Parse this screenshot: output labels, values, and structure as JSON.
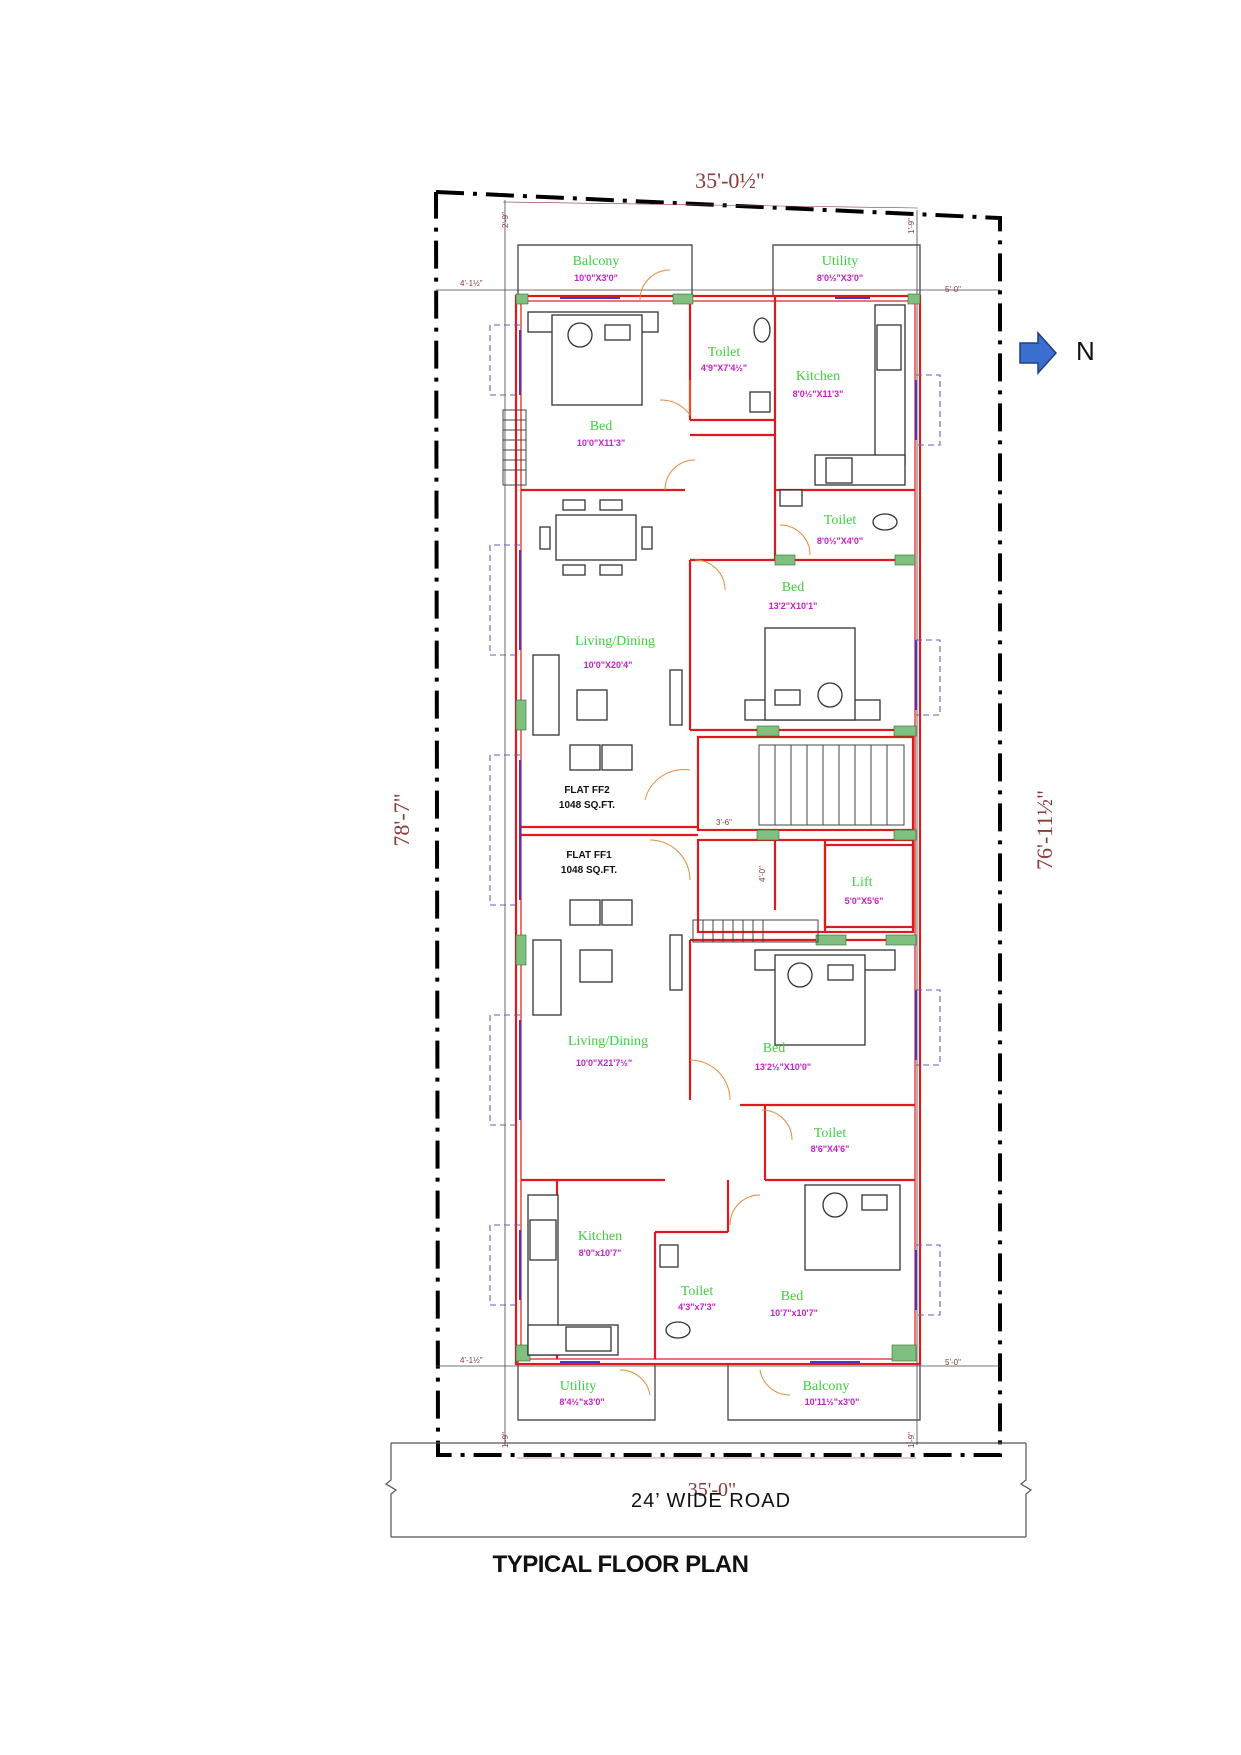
{
  "title": "TYPICAL FLOOR PLAN",
  "road_label": "24’ WIDE ROAD",
  "north_label": "N",
  "dimensions": {
    "top": "35'-0½\"",
    "bottom": "35'-0\"",
    "left": "78'-7\"",
    "right": "76'-11½\"",
    "setback_left_top": "4'-1½\"",
    "setback_right_top": "5'-0\"",
    "setback_left_bottom": "4'-1½\"",
    "setback_right_bottom": "5'-0\"",
    "setback_top_left": "2'-9\"",
    "setback_top_right": "1'-9\"",
    "setback_bottom_left": "1'-9\"",
    "setback_bottom_right": "1'-9\"",
    "stair_width": "3'-6\"",
    "stair_depth": "4'-0\""
  },
  "flats": [
    {
      "name": "FLAT FF2",
      "area": "1048 SQ.FT."
    },
    {
      "name": "FLAT FF1",
      "area": "1048 SQ.FT."
    }
  ],
  "rooms": [
    {
      "id": "balcony-top",
      "name": "Balcony",
      "size": "10'0\"X3'0\""
    },
    {
      "id": "utility-top",
      "name": "Utility",
      "size": "8'0½\"X3'0\""
    },
    {
      "id": "toilet-top-left",
      "name": "Toilet",
      "size": "4'9\"X7'4½\""
    },
    {
      "id": "kitchen-top",
      "name": "Kitchen",
      "size": "8'0½\"X11'3\""
    },
    {
      "id": "bed-top-left",
      "name": "Bed",
      "size": "10'0\"X11'3\""
    },
    {
      "id": "toilet-top-right",
      "name": "Toilet",
      "size": "8'0½\"X4'0\""
    },
    {
      "id": "bed-ff2",
      "name": "Bed",
      "size": "13'2\"X10'1\""
    },
    {
      "id": "living-ff2",
      "name": "Living/Dining",
      "size": "10'0\"X20'4\""
    },
    {
      "id": "lift",
      "name": "Lift",
      "size": "5'0\"X5'6\""
    },
    {
      "id": "living-ff1",
      "name": "Living/Dining",
      "size": "10'0\"X21'7½\""
    },
    {
      "id": "bed-ff1",
      "name": "Bed",
      "size": "13'2½\"X10'0\""
    },
    {
      "id": "toilet-ff1-right",
      "name": "Toilet",
      "size": "8'6\"X4'6\""
    },
    {
      "id": "kitchen-bottom",
      "name": "Kitchen",
      "size": "8'0\"x10'7\""
    },
    {
      "id": "toilet-bottom",
      "name": "Toilet",
      "size": "4'3\"x7'3\""
    },
    {
      "id": "bed-bottom",
      "name": "Bed",
      "size": "10'7\"x10'7\""
    },
    {
      "id": "utility-bottom",
      "name": "Utility",
      "size": "8'4½\"x3'0\""
    },
    {
      "id": "balcony-bottom",
      "name": "Balcony",
      "size": "10'11½\"x3'0\""
    }
  ],
  "colors": {
    "wall": "#e0191e",
    "room_name": "#3fcf3f",
    "room_size": "#c81ec8",
    "dimension": "#8b3a3a",
    "window": "#3b3bd0",
    "north_arrow": "#3a6fd0"
  }
}
